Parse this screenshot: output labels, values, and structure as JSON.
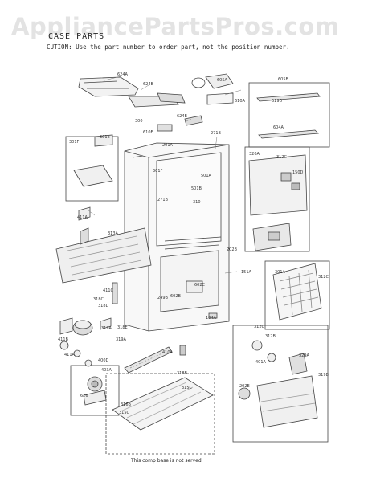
{
  "watermark": "AppliancePartsPros.com",
  "header": {
    "title": "CASE PARTS",
    "caution": "CUTION: Use the part number to order part, not the position number."
  },
  "footnote": "This comp base is not served.",
  "part_labels": [
    "624A",
    "624B",
    "605A",
    "605B",
    "619D",
    "604A",
    "610A",
    "300",
    "610E",
    "301F",
    "301E",
    "624B",
    "201A",
    "271B",
    "320A",
    "312C",
    "150D",
    "301F",
    "501A",
    "501B",
    "271B",
    "310",
    "411A",
    "313A",
    "202B",
    "151A",
    "301A",
    "312C",
    "411C",
    "249B",
    "318C",
    "318D",
    "104A",
    "319A",
    "411B",
    "318E",
    "312C",
    "312B",
    "319A",
    "329A",
    "410A",
    "411A",
    "626",
    "315C",
    "318B",
    "316B",
    "315C",
    "319B",
    "202E",
    "602B",
    "401A",
    "602C",
    "400D",
    "403A"
  ]
}
